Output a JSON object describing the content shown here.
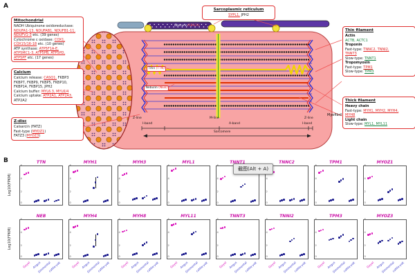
{
  "figure": {
    "panel_a_letter": "A",
    "panel_b_letter": "B"
  },
  "panel_a": {
    "boxes": {
      "mitochondrial": {
        "title": "Mitochondrial",
        "lines": [
          [
            {
              "t": "NADH Ubiquinone oxidoreductase:",
              "c": "d"
            }
          ],
          [
            {
              "t": "NDUFA1-13, NDUFAB1, NDUFB1-11,",
              "c": "ru"
            }
          ],
          [
            {
              "t": "NDUFV1-3",
              "c": "ru"
            },
            {
              "t": " etc. (39 genes)",
              "c": "d"
            }
          ],
          [
            {
              "t": "Cytochrome c oxidase: ",
              "c": "d"
            },
            {
              "t": "COX1,",
              "c": "ru"
            }
          ],
          [
            {
              "t": "COX15/16-18",
              "c": "ru"
            },
            {
              "t": " etc. (10 genes)",
              "c": "d"
            }
          ],
          [
            {
              "t": "ATP synthase: ",
              "c": "d"
            },
            {
              "t": "ATP5F1A-E,",
              "c": "ru"
            }
          ],
          [
            {
              "t": "ATP5MC1-3, ATP5PB, ATP5PD,",
              "c": "ru"
            }
          ],
          [
            {
              "t": "ATP5PF",
              "c": "ru"
            },
            {
              "t": " etc. (17 genes)",
              "c": "d"
            }
          ]
        ]
      },
      "calcium": {
        "title": "Calcium",
        "lines": [
          [
            {
              "t": "Calcium release: ",
              "c": "d"
            },
            {
              "t": "CASQ1,",
              "c": "ru"
            },
            {
              "t": " FKBP3",
              "c": "d"
            }
          ],
          [
            {
              "t": "FKBP7, FKBP9, FKBP5, FKBP10,",
              "c": "d"
            }
          ],
          [
            {
              "t": "FKBP14, FKBP15, JPH2",
              "c": "d"
            }
          ],
          [
            {
              "t": "Calcium buffer: ",
              "c": "d"
            },
            {
              "t": "MYL6.3, MYL6/4",
              "c": "ru"
            }
          ],
          [
            {
              "t": "Calcium uptake: ",
              "c": "d"
            },
            {
              "t": "ATP2A1, ATP2A3,",
              "c": "ru"
            }
          ],
          [
            {
              "t": "ATP2A2",
              "c": "d"
            }
          ]
        ]
      },
      "z_disc": {
        "title": "Z-disc",
        "lines": [
          [
            {
              "t": "Calsarcin (FATZ)",
              "c": "d"
            }
          ],
          [
            {
              "t": "Fast-type (",
              "c": "d"
            },
            {
              "t": "MYOZ1",
              "c": "ru"
            },
            {
              "t": ")",
              "c": "d"
            }
          ],
          [
            {
              "t": "FATZ3 (",
              "c": "d"
            },
            {
              "t": "MYOZ3",
              "c": "ru"
            },
            {
              "t": ")",
              "c": "d"
            }
          ]
        ]
      },
      "sarcoplasmic_reticulum": {
        "title": "Sarcoplasmic reticulum",
        "lines": [
          [
            {
              "t": "SYPL1,",
              "c": "ru"
            },
            {
              "t": " JPH2",
              "c": "d"
            }
          ]
        ]
      },
      "thin_filament": {
        "title": "Thin filament",
        "lines": [
          [
            {
              "t": "Actin",
              "c": "db"
            }
          ],
          [
            {
              "t": "ACTB, ACTC1",
              "c": "g"
            }
          ],
          [
            {
              "t": "Troponin",
              "c": "db"
            }
          ],
          [
            {
              "t": "Fast-type: ",
              "c": "d"
            },
            {
              "t": "TNNC2, TNNI2,",
              "c": "ru"
            }
          ],
          [
            {
              "t": "TNNT3",
              "c": "ru"
            }
          ],
          [
            {
              "t": "Slow-type: ",
              "c": "d"
            },
            {
              "t": "TNNT1",
              "c": "gu"
            }
          ],
          [
            {
              "t": "Tropomyosin",
              "c": "db"
            }
          ],
          [
            {
              "t": "Fast-type: ",
              "c": "d"
            },
            {
              "t": "TPM1",
              "c": "ru"
            }
          ],
          [
            {
              "t": "Slow-type: ",
              "c": "d"
            },
            {
              "t": "TPM3",
              "c": "gu"
            }
          ]
        ]
      },
      "thick_filament": {
        "title": "Thick filament",
        "lines": [
          [
            {
              "t": "Heavy chain",
              "c": "db"
            }
          ],
          [
            {
              "t": "Fast-type: ",
              "c": "d"
            },
            {
              "t": "MYH1, MYH2, MYH4,",
              "c": "ru"
            }
          ],
          [
            {
              "t": "MYH8",
              "c": "ru"
            }
          ],
          [
            {
              "t": "Light chain",
              "c": "db"
            }
          ],
          [
            {
              "t": "Slow-type: ",
              "c": "d"
            },
            {
              "t": "MYL1, MYL11",
              "c": "gu"
            }
          ]
        ]
      }
    },
    "labels": {
      "obscurin": {
        "name": "Obscurin",
        "gene": "(OBSCN)"
      },
      "titin": {
        "name": "Titin",
        "gene": "(TTN)"
      },
      "nebulin": {
        "name": "Nebulin",
        "gene": "(NEB)"
      },
      "z_line_left": "Z-line",
      "m_line": "M-line",
      "z_line_right": "Z-line",
      "i_band_left": "I-band",
      "a_band": "A-band",
      "i_band_right": "I-band",
      "sarcomere": "Sarcomere",
      "myofibril": "Myofibril"
    },
    "colors": {
      "accent_red": "#e02020",
      "titin_yellow": "#f0d500",
      "thin_blue": "#3535d5",
      "thick_red": "#e03000",
      "membrane_purple": "#5c35a5",
      "fiber_pink": "#f8a4a4"
    }
  },
  "tooltip": {
    "text": "截图(Alt + A)"
  },
  "chart_data": {
    "type": "scatter",
    "ylabel": "Log10(FPKM)",
    "ylim": [
      0,
      6
    ],
    "yticks": [
      0,
      2,
      4,
      6
    ],
    "categories": [
      "Gayal",
      "Angus",
      "Simmental",
      "cattle-yak"
    ],
    "category_colors": [
      "#d912b9",
      "#4040cc",
      "#4040cc",
      "#4040cc"
    ],
    "point_colors": [
      "#d912b9",
      "#1a1a8c",
      "#1a1a8c",
      "#1a1a8c"
    ],
    "rows": [
      [
        {
          "gene": "TTN",
          "groups": [
            [
              4.7,
              4.85,
              5.0
            ],
            [
              0.5,
              0.6,
              0.7
            ],
            [
              0.6,
              0.7,
              0.8
            ],
            [
              0.55,
              0.65,
              0.75
            ]
          ]
        },
        {
          "gene": "MYH1",
          "groups": [
            [
              5.1,
              5.2,
              5.3
            ],
            [
              0.5,
              0.6,
              0.7
            ],
            [
              2.6,
              3.5,
              4.3
            ],
            [
              0.5,
              0.6,
              0.7
            ]
          ]
        },
        {
          "gene": "MYH3",
          "groups": [
            [
              4.6,
              4.75,
              4.9
            ],
            [
              0.8,
              0.9,
              1.0
            ],
            [
              1.0,
              1.2,
              1.4
            ],
            [
              0.8,
              0.9,
              1.0
            ]
          ]
        },
        {
          "gene": "MYL1",
          "groups": [
            [
              5.3,
              5.45,
              5.6
            ],
            [
              0.6,
              0.7,
              0.8
            ],
            [
              0.7,
              0.8,
              0.9
            ],
            [
              0.6,
              0.7,
              0.8
            ]
          ]
        },
        {
          "gene": "TNNT1",
          "groups": [
            [
              4.0,
              4.2,
              4.4
            ],
            [
              0.5,
              0.6,
              0.7
            ],
            [
              2.8,
              3.0,
              3.2
            ],
            [
              0.5,
              0.6,
              0.7
            ]
          ]
        },
        {
          "gene": "TNNC2",
          "groups": [
            [
              4.9,
              5.0,
              5.1
            ],
            [
              0.6,
              0.7,
              0.8
            ],
            [
              0.7,
              0.8,
              0.9
            ],
            [
              0.6,
              0.7,
              0.8
            ]
          ]
        },
        {
          "gene": "TPM1",
          "groups": [
            [
              5.0,
              5.15,
              5.3
            ],
            [
              0.6,
              0.7,
              0.8
            ],
            [
              3.6,
              3.8,
              4.0
            ],
            [
              0.6,
              0.7,
              0.8
            ]
          ]
        },
        {
          "gene": "MYOZ1",
          "groups": [
            [
              4.1,
              4.25,
              4.4
            ],
            [
              0.7,
              0.8,
              0.9
            ],
            [
              2.0,
              2.2,
              2.4
            ],
            [
              0.7,
              0.8,
              0.9
            ]
          ]
        }
      ],
      [
        {
          "gene": "NEB",
          "groups": [
            [
              4.5,
              4.65,
              4.8
            ],
            [
              0.5,
              0.6,
              0.7
            ],
            [
              0.6,
              0.7,
              0.8
            ],
            [
              0.5,
              0.6,
              0.7
            ]
          ]
        },
        {
          "gene": "MYH4",
          "groups": [
            [
              4.9,
              5.0,
              5.1
            ],
            [
              0.4,
              0.5,
              0.6
            ],
            [
              1.9,
              2.9,
              3.8
            ],
            [
              0.4,
              0.5,
              0.6
            ]
          ]
        },
        {
          "gene": "MYH8",
          "groups": [
            [
              4.2,
              4.3,
              4.4
            ],
            [
              0.6,
              0.7,
              0.8
            ],
            [
              2.1,
              2.3,
              2.5
            ],
            [
              0.6,
              0.7,
              0.8
            ]
          ]
        },
        {
          "gene": "MYL11",
          "groups": [
            [
              5.2,
              5.3,
              5.4
            ],
            [
              0.6,
              0.7,
              0.8
            ],
            [
              3.8,
              4.0,
              4.2
            ],
            [
              0.6,
              0.7,
              0.8
            ]
          ]
        },
        {
          "gene": "TNNT3",
          "groups": [
            [
              4.7,
              4.8,
              4.9
            ],
            [
              0.5,
              0.6,
              0.7
            ],
            [
              0.6,
              0.7,
              0.8
            ],
            [
              0.5,
              0.6,
              0.7
            ]
          ]
        },
        {
          "gene": "TNNI2",
          "groups": [
            [
              4.5,
              4.6,
              4.7
            ],
            [
              0.5,
              0.6,
              0.7
            ],
            [
              2.7,
              2.9,
              3.1
            ],
            [
              0.5,
              0.6,
              0.7
            ]
          ]
        },
        {
          "gene": "TPM3",
          "groups": [
            [
              4.3,
              4.4,
              4.5
            ],
            [
              2.9,
              3.0,
              3.1
            ],
            [
              3.3,
              3.5,
              3.7
            ],
            [
              2.7,
              2.9,
              3.1
            ]
          ]
        },
        {
          "gene": "MYOZ3",
          "groups": [
            [
              3.7,
              3.8,
              3.9
            ],
            [
              2.4,
              2.6,
              2.8
            ],
            [
              2.8,
              3.0,
              3.2
            ],
            [
              2.3,
              2.5,
              2.7
            ]
          ]
        }
      ]
    ]
  }
}
